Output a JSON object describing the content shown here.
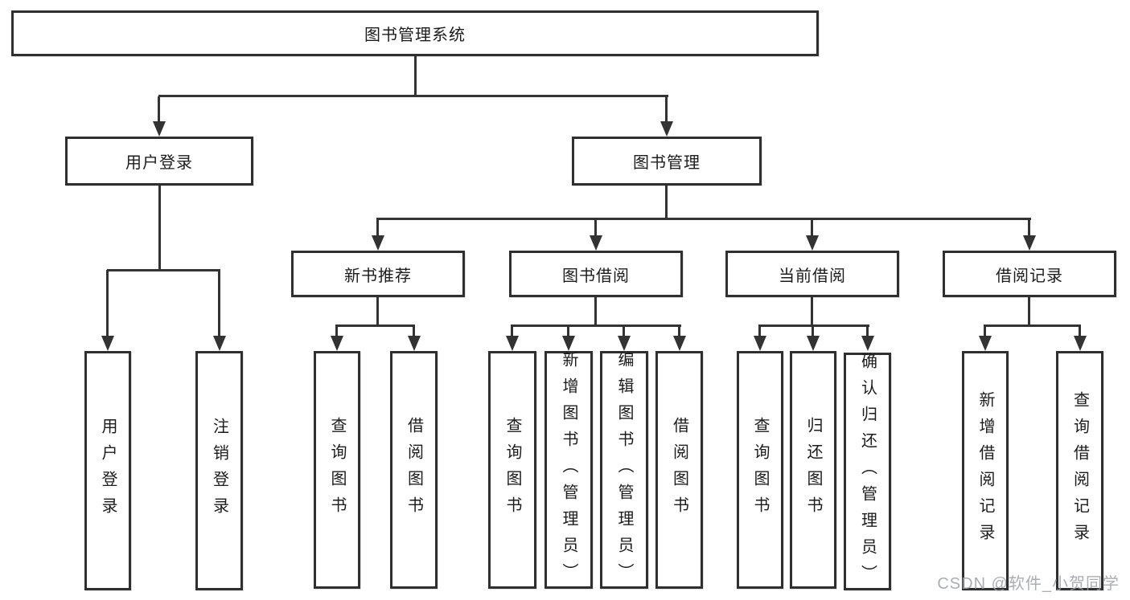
{
  "tree": {
    "root": {
      "label": "图书管理系统"
    },
    "children": [
      {
        "label": "用户登录",
        "children": [
          {
            "label": "用户登录"
          },
          {
            "label": "注销登录"
          }
        ]
      },
      {
        "label": "图书管理",
        "children": [
          {
            "label": "新书推荐",
            "children": [
              {
                "label": "查询图书"
              },
              {
                "label": "借阅图书"
              }
            ]
          },
          {
            "label": "图书借阅",
            "children": [
              {
                "label": "查询图书"
              },
              {
                "label": "新增图书（管理员）"
              },
              {
                "label": "编辑图书（管理员）"
              },
              {
                "label": "借阅图书"
              }
            ]
          },
          {
            "label": "当前借阅",
            "children": [
              {
                "label": "查询图书"
              },
              {
                "label": "归还图书"
              },
              {
                "label": "确认归还（管理员）"
              }
            ]
          },
          {
            "label": "借阅记录",
            "children": [
              {
                "label": "新增借阅记录"
              },
              {
                "label": "查询借阅记录"
              }
            ]
          }
        ]
      }
    ]
  },
  "watermark": "CSDN @软件_小贺同学",
  "colors": {
    "line": "#333333",
    "box_border": "#2f2f2f",
    "text": "#1c1c1c",
    "watermark": "#9ca1a7",
    "background": "#ffffff"
  }
}
